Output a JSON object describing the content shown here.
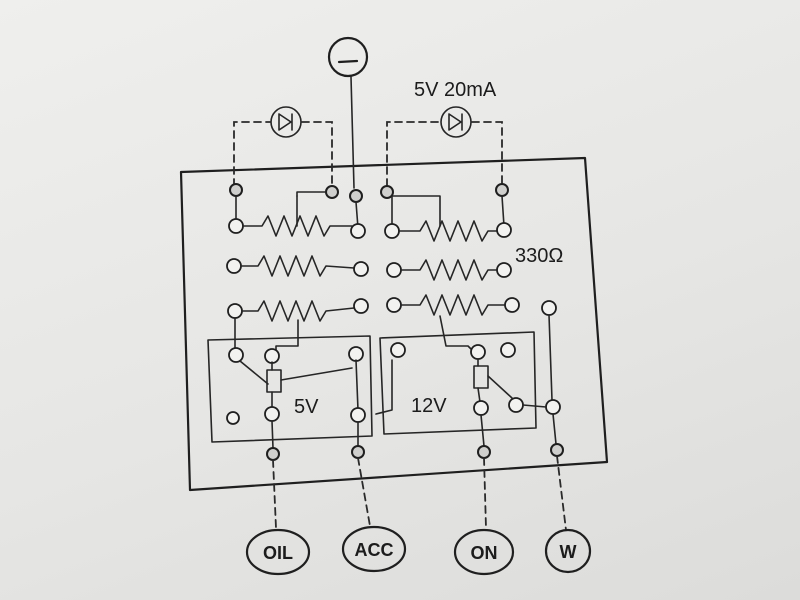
{
  "labels": {
    "ground_symbol": "−",
    "led_rating": "5V 20mA",
    "resistor_value": "330Ω",
    "relay_left_voltage": "5V",
    "relay_right_voltage": "12V"
  },
  "terminals": [
    {
      "id": "oil",
      "label": "OIL"
    },
    {
      "id": "acc",
      "label": "ACC"
    },
    {
      "id": "on",
      "label": "ON"
    },
    {
      "id": "w",
      "label": "W"
    }
  ],
  "colors": {
    "ink": "#1f1f1f",
    "paper": "#e9e9e7"
  }
}
